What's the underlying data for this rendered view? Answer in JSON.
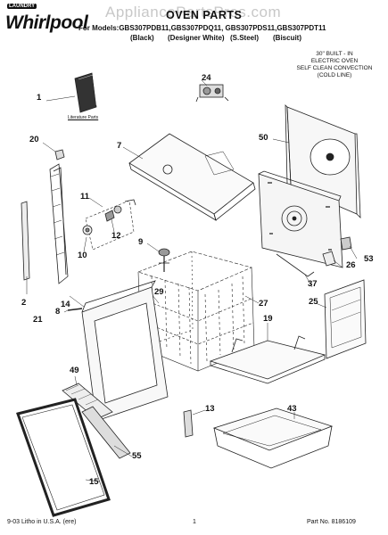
{
  "watermark": "AppliancePartsPros.com",
  "brand": {
    "name": "Whirlpool",
    "tagline": "LAUNDRY"
  },
  "title": "OVEN PARTS",
  "models_line": "For Models:GBS307PDB11,GBS307PDQ11, GBS307PDS11,GBS307PDT11",
  "colors": [
    "(Black)",
    "(Designer White)",
    "(S.Steel)",
    "(Biscuit)"
  ],
  "oven_description": [
    "30\" BUILT - IN",
    "ELECTRIC OVEN",
    "SELF CLEAN CONVECTION",
    "(COLD LINE)"
  ],
  "literature_label": "Literature Parts",
  "part_numbers": [
    "1",
    "20",
    "7",
    "11",
    "12",
    "10",
    "24",
    "50",
    "9",
    "29",
    "27",
    "14",
    "8",
    "2",
    "21",
    "26",
    "53",
    "37",
    "25",
    "19",
    "49",
    "13",
    "43",
    "55",
    "15"
  ],
  "footer": {
    "left": "9-03 Litho in U.S.A. (ere)",
    "center": "1",
    "right": "Part No. 8186109"
  }
}
